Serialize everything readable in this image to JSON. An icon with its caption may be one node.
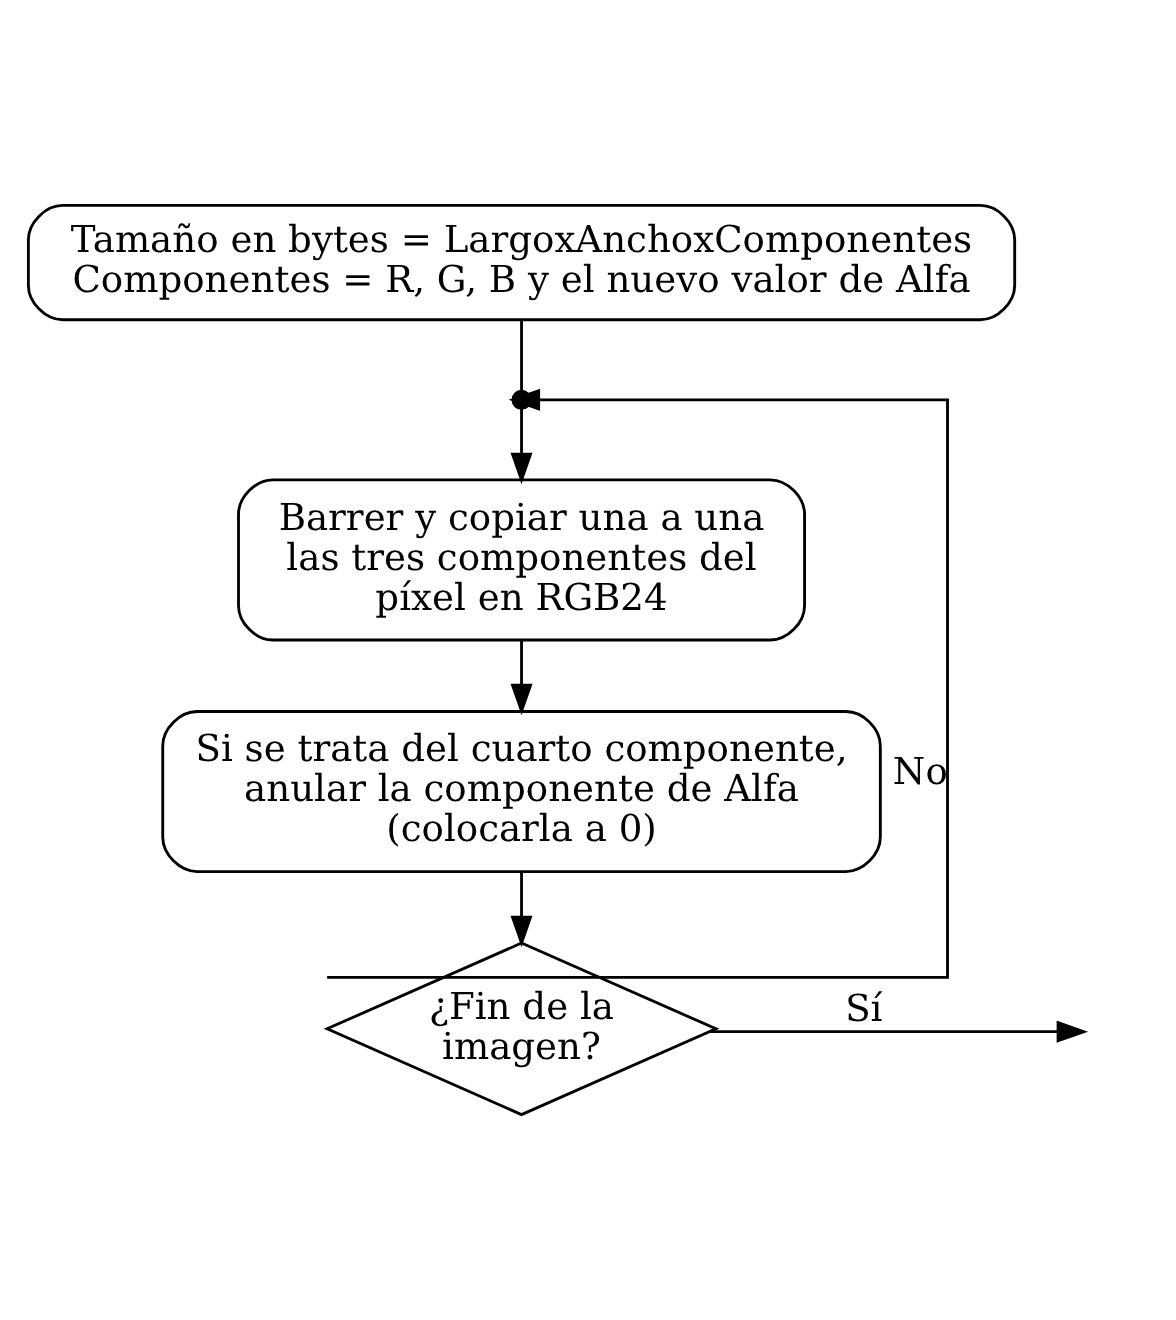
{
  "diagram": {
    "nodes": [
      {
        "text": [
          "Tamaño en bytes = LargoxAnchoxComponentes",
          "Componentes = R, G, B y el nuevo valor de Alfa"
        ]
      },
      {
        "text": [],
        "shape": "circle"
      },
      {
        "text": [
          "Barrer y copiar una a una las tres componentes del píxel en RGB24"
        ]
      },
      {
        "text": [
          "Si se trata del cuarto componente, anular la componente de Alfa (colocarla a 0)"
        ]
      },
      {
        "text": [
          "¿Fin de la imagen?"
        ]
      }
    ],
    "edges": [
      {
        "from": 0,
        "to": 1,
        "arrow": "none"
      },
      {
        "from": 1,
        "to": 2,
        "arrow": "to"
      },
      {
        "from": 2,
        "to": 3,
        "arrow": "to"
      },
      {
        "from": 3,
        "to": 4,
        "arrow": "to"
      },
      {
        "from": 4,
        "to": 1,
        "arrow": "to",
        "label": "No"
      },
      {
        "from": 4,
        "to": null,
        "arrow": "to",
        "label": "Sí"
      }
    ]
  }
}
